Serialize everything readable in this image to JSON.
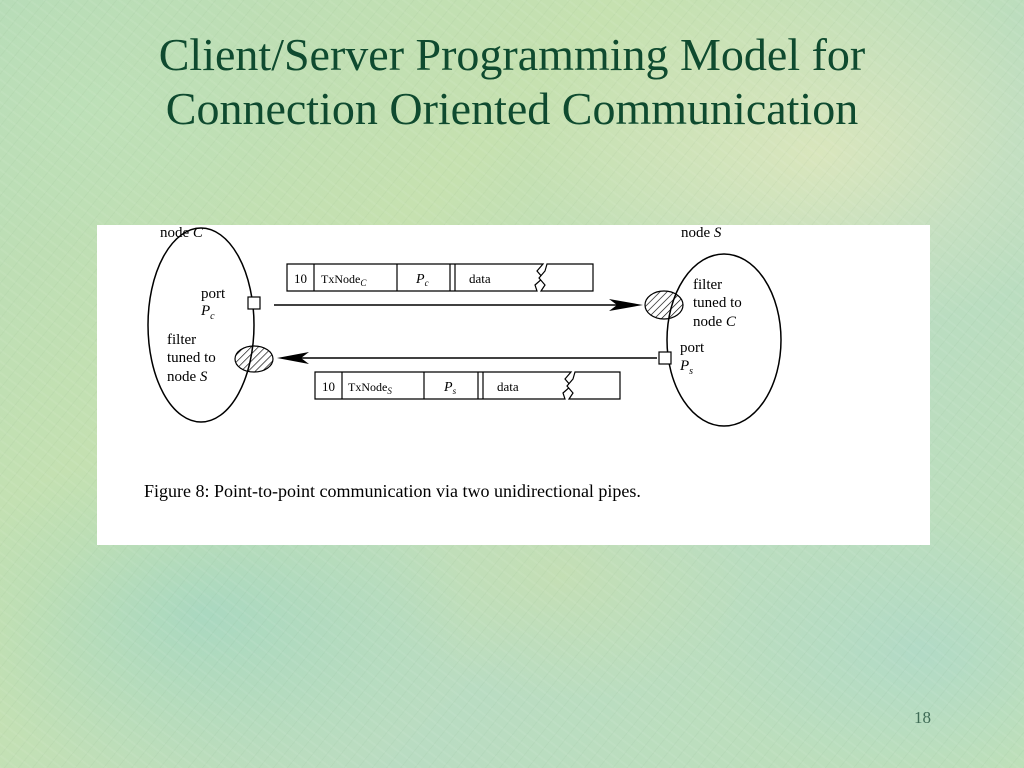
{
  "slide": {
    "title_line1": "Client/Server Programming Model for",
    "title_line2": "Connection Oriented Communication",
    "page_number": "18"
  },
  "diagram": {
    "node_c_label": "node",
    "node_c_var": "C",
    "node_s_label": "node",
    "node_s_var": "S",
    "client": {
      "port_label": "port",
      "port_var": "P",
      "port_sub": "c",
      "filter_line1": "filter",
      "filter_line2": "tuned to",
      "filter_line3": "node",
      "filter_var": "S"
    },
    "server": {
      "filter_line1": "filter",
      "filter_line2": "tuned to",
      "filter_line3": "node",
      "filter_var": "C",
      "port_label": "port",
      "port_var": "P",
      "port_sub": "s"
    },
    "packet_top": {
      "field1": "10",
      "field2": "TxNode",
      "field2_sub": "C",
      "field3": "P",
      "field3_sub": "c",
      "field4": "data"
    },
    "packet_bottom": {
      "field1": "10",
      "field2": "TxNode",
      "field2_sub": "S",
      "field3": "P",
      "field3_sub": "s",
      "field4": "data"
    },
    "caption": "Figure 8:  Point-to-point communication via two unidirectional pipes."
  }
}
